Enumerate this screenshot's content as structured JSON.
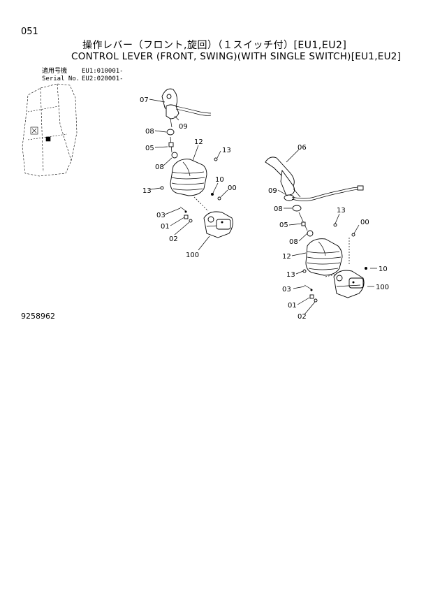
{
  "header": {
    "page_number": "051",
    "title_jp": "操作レバー（フロント,旋回）（１スイッチ付）[EU1,EU2]",
    "title_en": "CONTROL LEVER (FRONT, SWING)(WITH SINGLE SWITCH)[EU1,EU2]",
    "serial_label_jp": "適用号機",
    "serial_label_en": "Serial No.",
    "serial_eu1": "EU1:010001-",
    "serial_eu2": "EU2:020001-"
  },
  "footer": {
    "doc_id": "9258962"
  },
  "callouts_left": {
    "c07": "07",
    "c09": "09",
    "c08a": "08",
    "c05": "05",
    "c12": "12",
    "c13a": "13",
    "c08b": "08",
    "c13b": "13",
    "c10": "10",
    "c00": "00",
    "c03": "03",
    "c01": "01",
    "c02": "02",
    "c100": "100"
  },
  "callouts_right": {
    "c06": "06",
    "c09": "09",
    "c08a": "08",
    "c13a": "13",
    "c05": "05",
    "c00": "00",
    "c08b": "08",
    "c12": "12",
    "c13b": "13",
    "c10": "10",
    "c03": "03",
    "c100": "100",
    "c01": "01",
    "c02": "02"
  }
}
